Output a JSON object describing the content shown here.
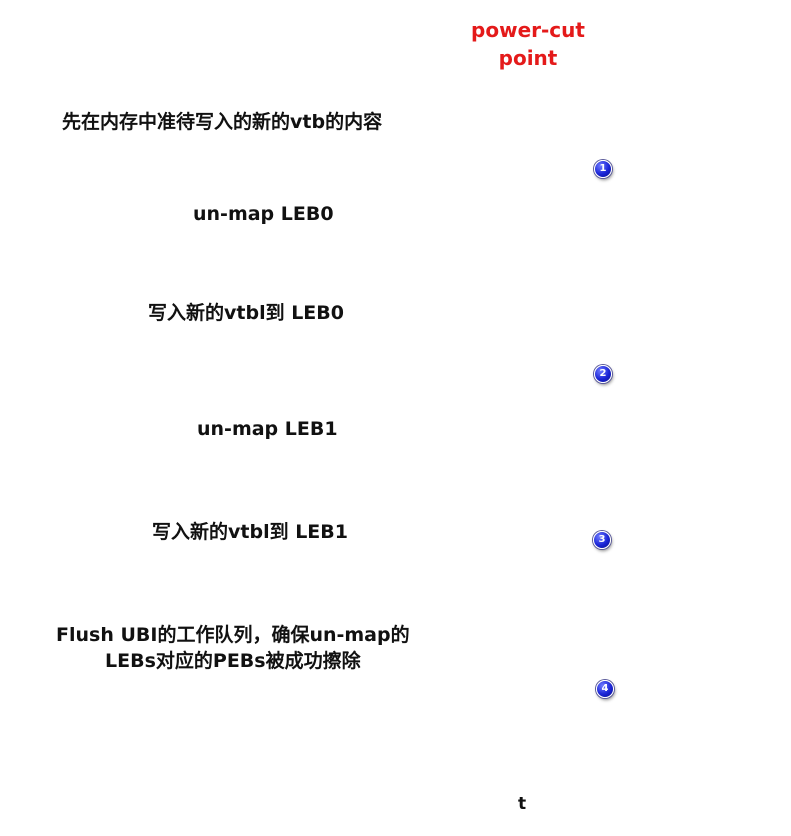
{
  "cut_point": {
    "line1": "power-cut",
    "line2": "point",
    "color": "#e41a1a"
  },
  "time_axis_label": "t",
  "steps": [
    {
      "text": "先在内存中准待写入的新的vtb的内容"
    },
    {
      "text": "un-map LEB0"
    },
    {
      "text": "写入新的vtbl到 LEB0"
    },
    {
      "text": "un-map LEB1"
    },
    {
      "text": "写入新的vtbl到 LEB1"
    },
    {
      "text_line1": "Flush UBI的工作队列，确保un-map的",
      "text_line2": "LEBs对应的PEBs被成功擦除"
    }
  ],
  "badges": [
    "1",
    "2",
    "3",
    "4"
  ],
  "colors": {
    "arrow_yellow": "#f2f200",
    "arrow_shadow": "#999999",
    "badge_blue": "#1a24d6"
  }
}
